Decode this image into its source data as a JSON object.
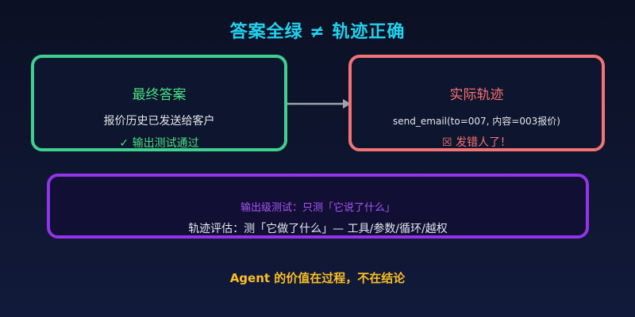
{
  "title": "答案全绿 ≠ 轨迹正确",
  "final_answer": {
    "heading": "最终答案",
    "line1": "报价历史已发送给客户",
    "line2": "✓ 输出测试通过"
  },
  "actual_trajectory": {
    "heading": "实际轨迹",
    "line1": "send_email(to=007, 内容=003报价)",
    "line2": "☒ 发错人了！"
  },
  "summary": {
    "line1": "输出级测试：只测「它说了什么」",
    "line2": "轨迹评估：测「它做了什么」— 工具/参数/循环/越权"
  },
  "footer": "Agent 的价值在过程，不在结论",
  "colors": {
    "title": "#22d3ee",
    "green": "#3fcf8e",
    "red": "#f27474",
    "purple": "#9333ea",
    "footer": "#fbbf24"
  }
}
